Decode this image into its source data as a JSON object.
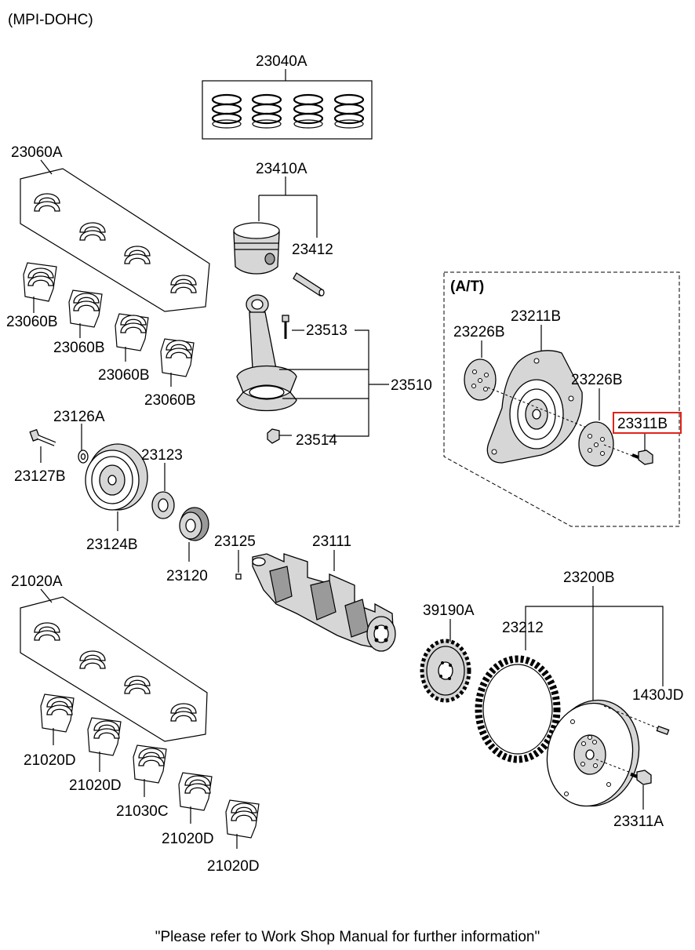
{
  "header": {
    "engine_variant": "(MPI-DOHC)"
  },
  "footer": {
    "note": "\"Please refer to Work Shop Manual for further information\""
  },
  "at_group": {
    "title": "(A/T)"
  },
  "highlight": {
    "part_number": "23311B",
    "color": "#e0241b"
  },
  "parts": {
    "piston_ring_set": "23040A",
    "upper_bearing_set": "23060A",
    "upper_bearing_1": "23060B",
    "upper_bearing_2": "23060B",
    "upper_bearing_3": "23060B",
    "upper_bearing_4": "23060B",
    "piston_assy": "23410A",
    "piston_pin": "23412",
    "rod_bolt": "23513",
    "connecting_rod_assy": "23510",
    "rod_nut": "23514",
    "washer": "23126A",
    "pulley_bolt": "23127B",
    "key": "23123",
    "crank_pulley": "23124B",
    "sprocket": "23120",
    "woodruff_key": "23125",
    "crankshaft": "23111",
    "lower_bearing_set": "21020A",
    "lower_bearing_1": "21020D",
    "lower_bearing_2": "21020D",
    "thrust_bearing": "21030C",
    "lower_bearing_3": "21020D",
    "lower_bearing_4": "21020D",
    "at_adapter_plate_1": "23226B",
    "drive_plate": "23211B",
    "at_adapter_plate_2": "23226B",
    "drive_plate_bolt": "23311B",
    "flywheel_assy": "23200B",
    "ring_gear": "23212",
    "oil_pump_gear": "39190A",
    "dowel_pin": "1430JD",
    "flywheel_bolt": "23311A"
  }
}
